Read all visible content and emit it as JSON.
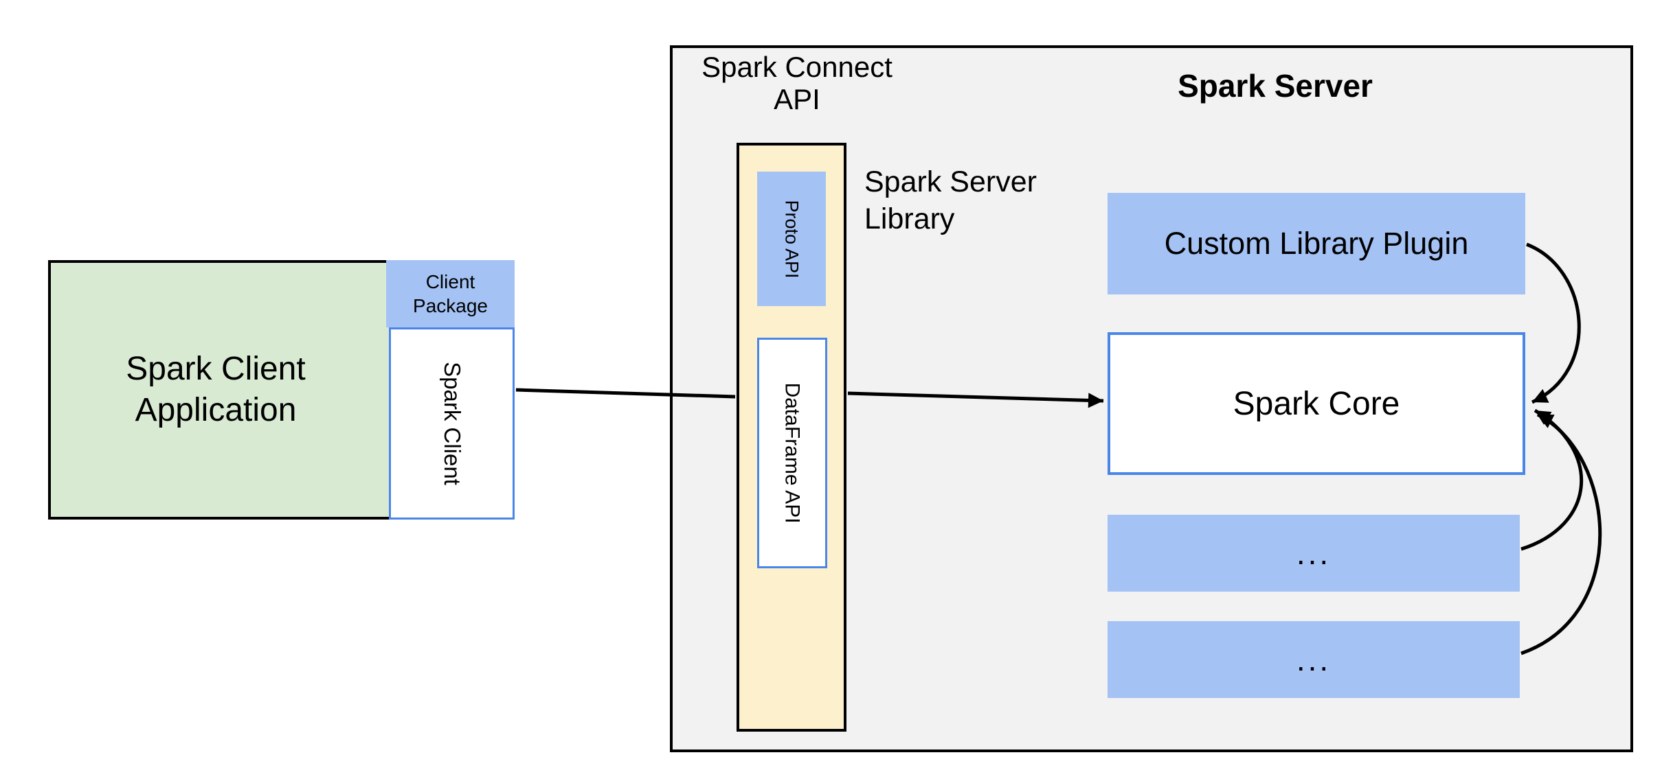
{
  "client": {
    "application_label": "Spark Client\nApplication",
    "package_label": "Client\nPackage",
    "spark_client_label": "Spark Client"
  },
  "connect": {
    "api_label": "Spark Connect\nAPI",
    "proto_api_label": "Proto API",
    "dataframe_api_label": "DataFrame API"
  },
  "server": {
    "title": "Spark Server",
    "library_label": "Spark Server\nLibrary",
    "plugin_label": "Custom Library Plugin",
    "core_label": "Spark Core",
    "ellipsis_top": "...",
    "ellipsis_bottom": "..."
  },
  "colors": {
    "background": "#ffffff",
    "server_fill": "#f2f2f2",
    "client_fill": "#d9ead3",
    "blue_fill": "#a4c2f4",
    "blue_border": "#4a86e8",
    "yellow_fill": "#fdf0cd",
    "outline": "#000000"
  }
}
